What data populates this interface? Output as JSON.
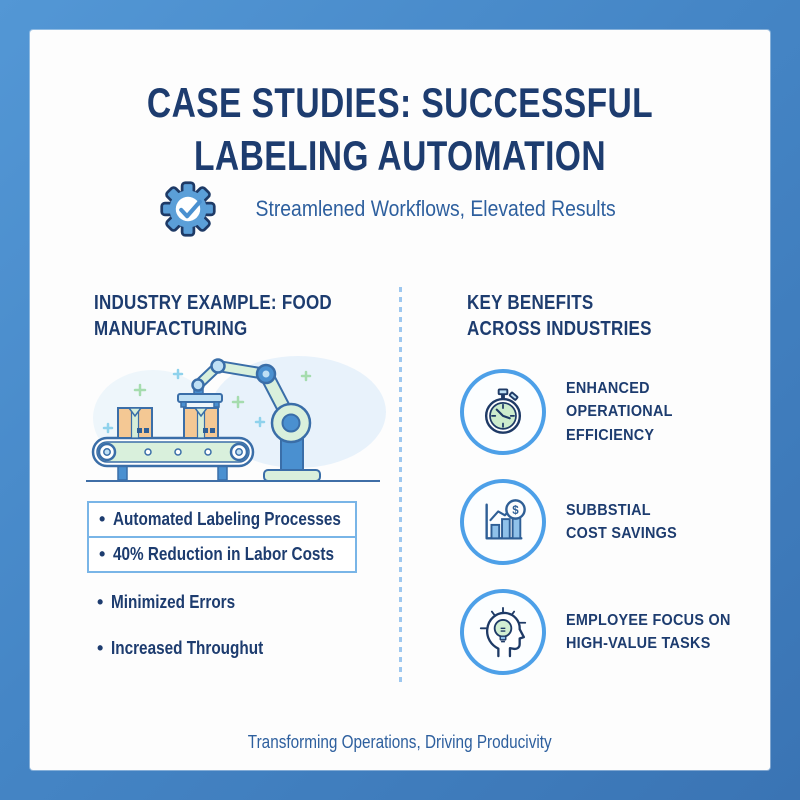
{
  "header": {
    "title_lines": [
      "CASE STUDIES: SUCCESSFUL",
      "LABELING AUTOMATION"
    ],
    "icon": "gear-check-icon",
    "subtitle": "Streamlened Workflows, Elevated Results"
  },
  "left_column": {
    "heading_lines": [
      "INDUSTRY EXAMPLE: FOOD",
      "MANUFACTURING"
    ],
    "illustration": "robotic-arm-labeling-conveyor-illustration",
    "bullet_char": "•",
    "bullets": [
      {
        "text": "Automated Labeling Processes",
        "boxed": true
      },
      {
        "text": "40% Reduction in Labor Costs",
        "boxed": true
      },
      {
        "text": "Minimized Errors",
        "boxed": false
      },
      {
        "text": "Increased Throughut",
        "boxed": false
      }
    ]
  },
  "right_column": {
    "heading_lines": [
      "KEY BENEFITS",
      "ACROSS INDUSTRIES"
    ],
    "benefits": [
      {
        "icon": "stopwatch-icon",
        "lines": [
          "ENHANCED",
          "OPERATIONAL",
          "EFFICIENCY"
        ]
      },
      {
        "icon": "growth-chart-dollar-icon",
        "lines": [
          "SUBBSTIAL",
          "COST SAVINGS"
        ]
      },
      {
        "icon": "head-lightbulb-icon",
        "lines": [
          "EMPLOYEE FOCUS ON",
          "HIGH-VALUE TASKS"
        ]
      }
    ]
  },
  "footer": {
    "tagline": "Transforming Operations, Driving Producivity"
  },
  "colors": {
    "frame_blue": "#4586c6",
    "navy_text": "#1d3c6f",
    "blue_text": "#2d5f9e",
    "circle_accent": "#4da0e8",
    "box_border": "#79b5e7"
  }
}
